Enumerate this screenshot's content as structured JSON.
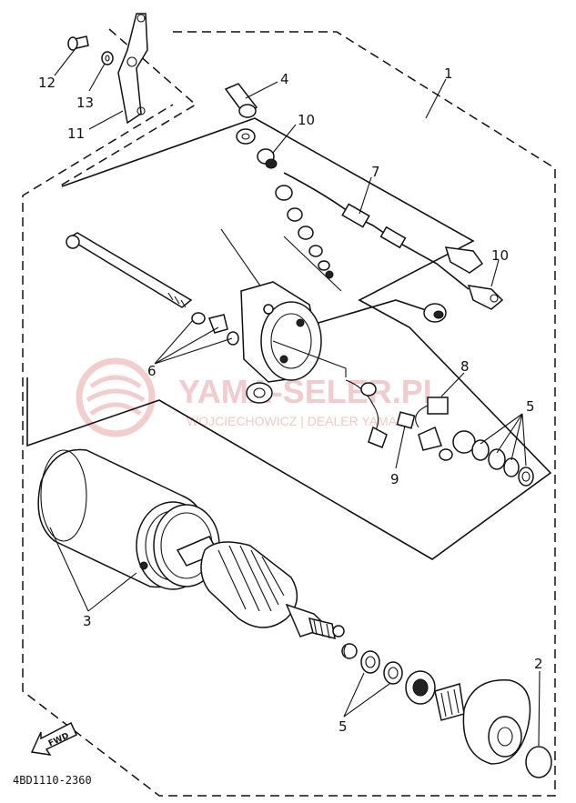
{
  "diagram": {
    "labels": {
      "p1": "1",
      "p2": "2",
      "p3": "3",
      "p4": "4",
      "p5a": "5",
      "p5b": "5",
      "p6": "6",
      "p7": "7",
      "p8": "8",
      "p9": "9",
      "p10a": "10",
      "p10b": "10",
      "p11": "11",
      "p12": "12",
      "p13": "13"
    },
    "fwd_label": "FWD",
    "drawing_code": "4BD1110-2360"
  },
  "watermark": {
    "title": "YAMA-SELER.PL",
    "subtitle": "WOJCIECHOWICZ | DEALER YAMAHA",
    "color": "#e9a3a3"
  }
}
